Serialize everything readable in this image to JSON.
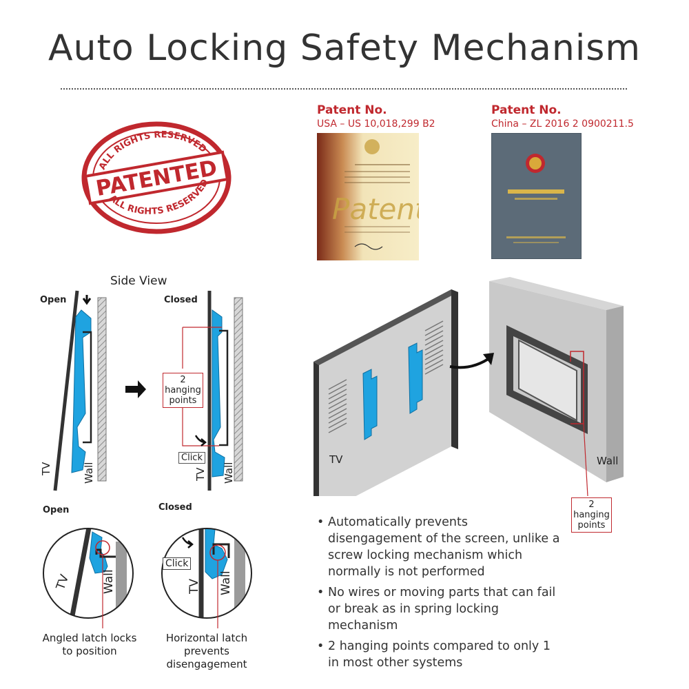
{
  "title": "Auto Locking Safety Mechanism",
  "stamp": {
    "top_text": "ALL RIGHTS RESERVED",
    "main_text": "PATENTED",
    "bottom_text": "ALL RIGHTS RESERVED",
    "color": "#c0282e"
  },
  "patents": [
    {
      "heading": "Patent No.",
      "number": "USA – US 10,018,299 B2"
    },
    {
      "heading": "Patent No.",
      "number": "China – ZL 2016 2 0900211.5"
    }
  ],
  "side_view": {
    "title": "Side View",
    "open_label": "Open",
    "closed_label": "Closed",
    "tv_label": "TV",
    "wall_label": "Wall",
    "hanging_points_label": "2\nhanging\npoints",
    "click_label": "Click"
  },
  "detail_view": {
    "open_label": "Open",
    "closed_label": "Closed",
    "tv_label": "TV",
    "wall_label": "Wall",
    "click_label": "Click",
    "open_caption": "Angled latch locks\nto position",
    "closed_caption": "Horizontal latch\nprevents\ndisengagement"
  },
  "iso_view": {
    "tv_label": "TV",
    "wall_label": "Wall",
    "hanging_points_label": "2\nhanging\npoints"
  },
  "bullets": [
    "Automatically prevents disengagement of the screen, unlike a screw locking mechanism which normally is not performed",
    "No wires or moving parts that can fail or break as in spring locking mechanism",
    "2 hanging points compared to only 1 in most other systems"
  ],
  "colors": {
    "accent_red": "#c0282e",
    "bracket_blue": "#1fa3e0",
    "tv_dark": "#333333",
    "wall_grey": "#b5b5b5"
  }
}
